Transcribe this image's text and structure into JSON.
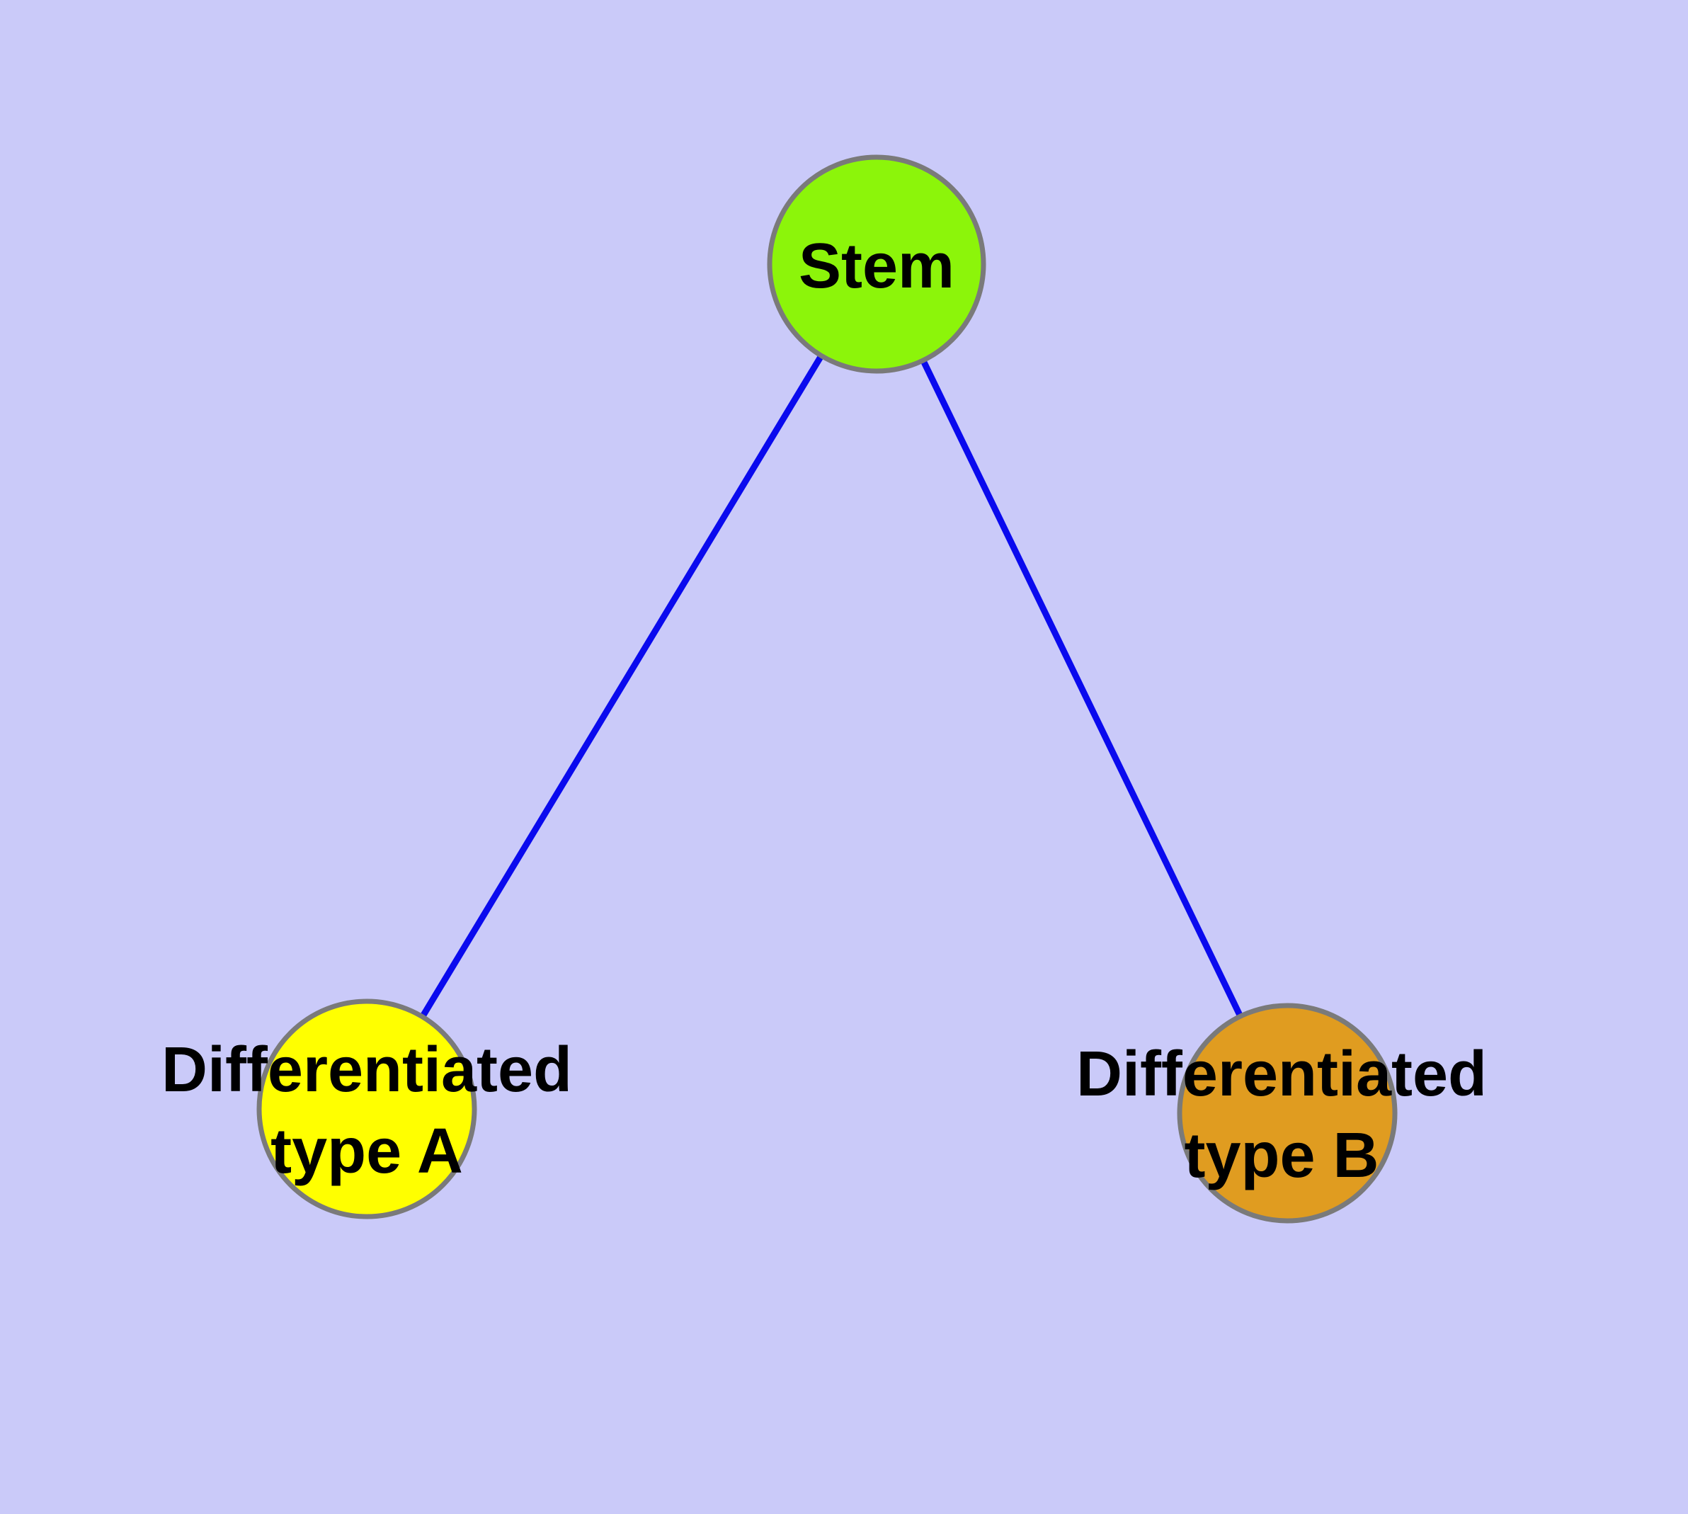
{
  "diagram": {
    "type": "node-link-graph",
    "background_color": "#cacaf9",
    "edge_color": "#0a0aee",
    "node_stroke_color": "#7a7a7a",
    "label_color": "#000000",
    "nodes": [
      {
        "id": "stem",
        "label": "Stem",
        "color": "#8cf50a"
      },
      {
        "id": "differentiated-type-a",
        "label": "Differentiated type A",
        "label_line1": "Differentiated",
        "label_line2": "type A",
        "color": "#ffff00"
      },
      {
        "id": "differentiated-type-b",
        "label": "Differentiated type B",
        "label_line1": "Differentiated",
        "label_line2": "type B",
        "color": "#e09c20"
      }
    ],
    "edges": [
      {
        "from": "Stem",
        "to": "Differentiated type A"
      },
      {
        "from": "Stem",
        "to": "Differentiated type B"
      }
    ]
  }
}
